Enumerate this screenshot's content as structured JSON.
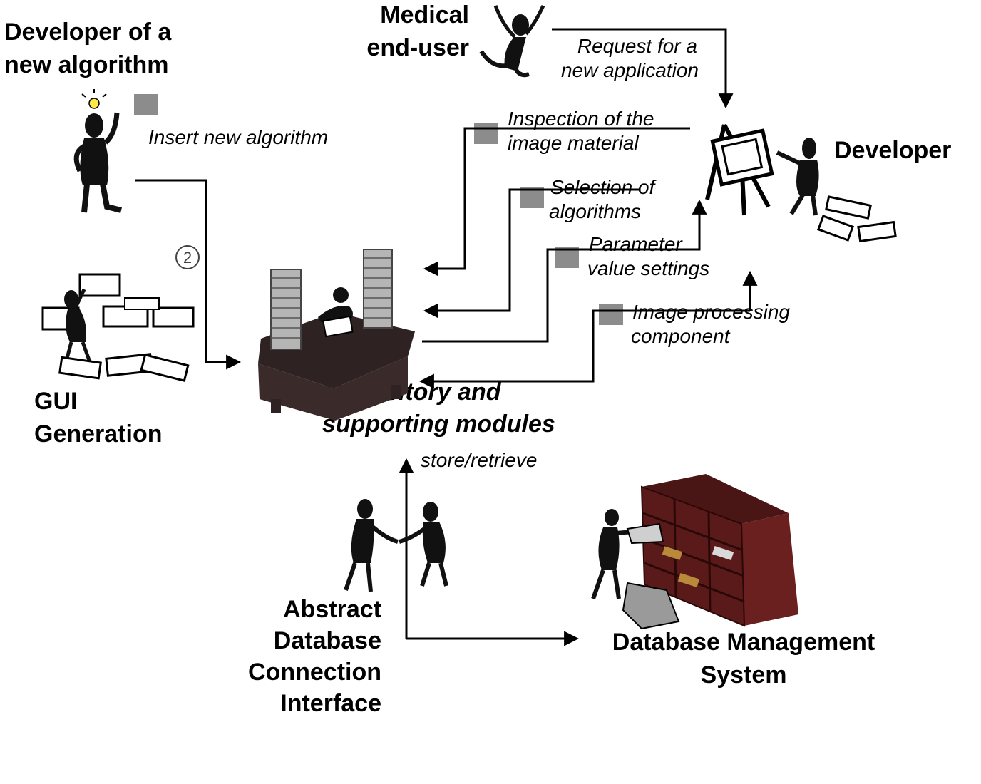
{
  "actors": {
    "developer_new_algorithm": [
      "Developer of a",
      "new algorithm"
    ],
    "medical_end_user": [
      "Medical",
      "end-user"
    ],
    "developer": "Developer",
    "gui_generation": [
      "GUI",
      "Generation"
    ],
    "repository": [
      "Repository and",
      "supporting modules"
    ],
    "abstract_db": [
      "Abstract",
      "Database",
      "Connection",
      "Interface"
    ],
    "dbms": [
      "Database Management",
      "System"
    ]
  },
  "flows": {
    "insert_algorithm": "Insert new algorithm",
    "request_application": [
      "Request for a",
      "new application"
    ],
    "inspection": [
      "Inspection of the",
      "image material"
    ],
    "selection": [
      "Selection of",
      "algorithms"
    ],
    "parameter": [
      "Parameter",
      "value settings"
    ],
    "image_processing": [
      "Image processing",
      "component"
    ],
    "store_retrieve": "store/retrieve",
    "step_marker": "2"
  },
  "colors": {
    "marker_square": "#8c8c8c",
    "desk": "#2e2222",
    "shelf": "#6b2020",
    "figure": "#111111"
  }
}
